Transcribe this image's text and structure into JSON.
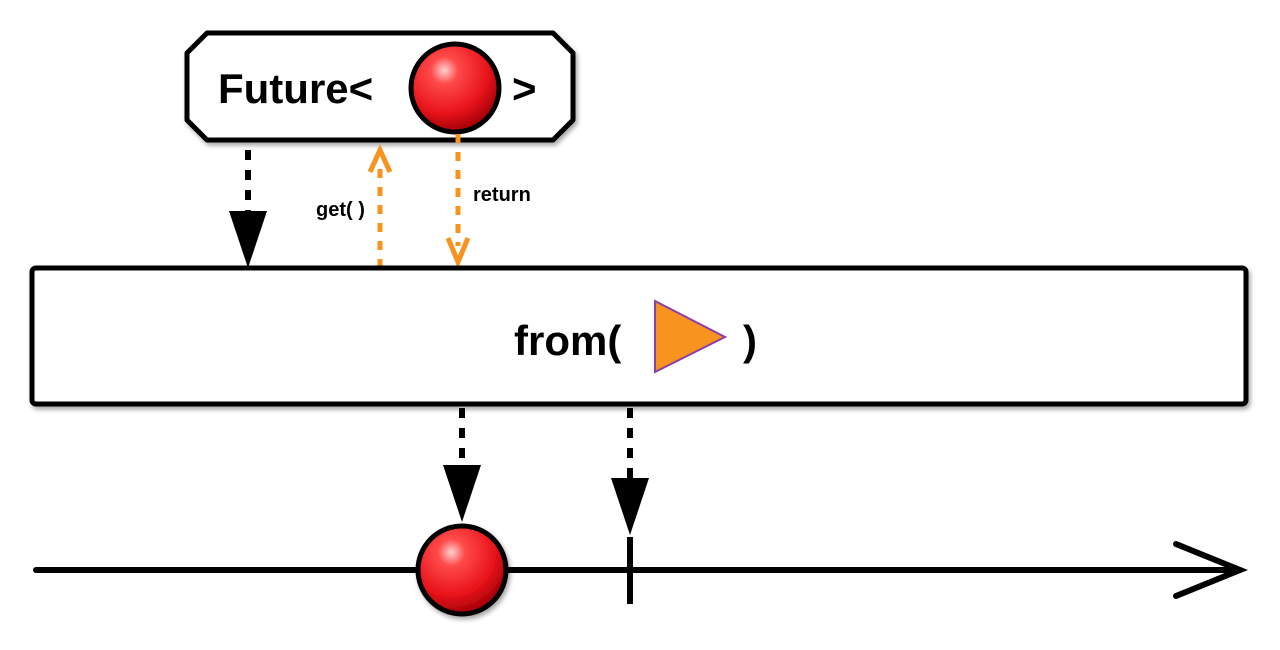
{
  "diagram": {
    "future_box": {
      "prefix": "Future<",
      "suffix": ">"
    },
    "calls": {
      "get_label": "get( )",
      "return_label": "return"
    },
    "operator_box": {
      "prefix": "from(",
      "suffix": ")"
    },
    "colors": {
      "marble_red": "#e8131a",
      "call_arrow_orange": "#f7931e",
      "triangle_fill": "#f7931e",
      "triangle_stroke": "#8b3fa8",
      "stroke": "#000000"
    },
    "icons": {
      "future_item": "red-marble-icon",
      "operator_arg": "orange-triangle-icon",
      "emitted_item": "red-marble-icon",
      "completion": "vertical-bar-icon"
    }
  }
}
